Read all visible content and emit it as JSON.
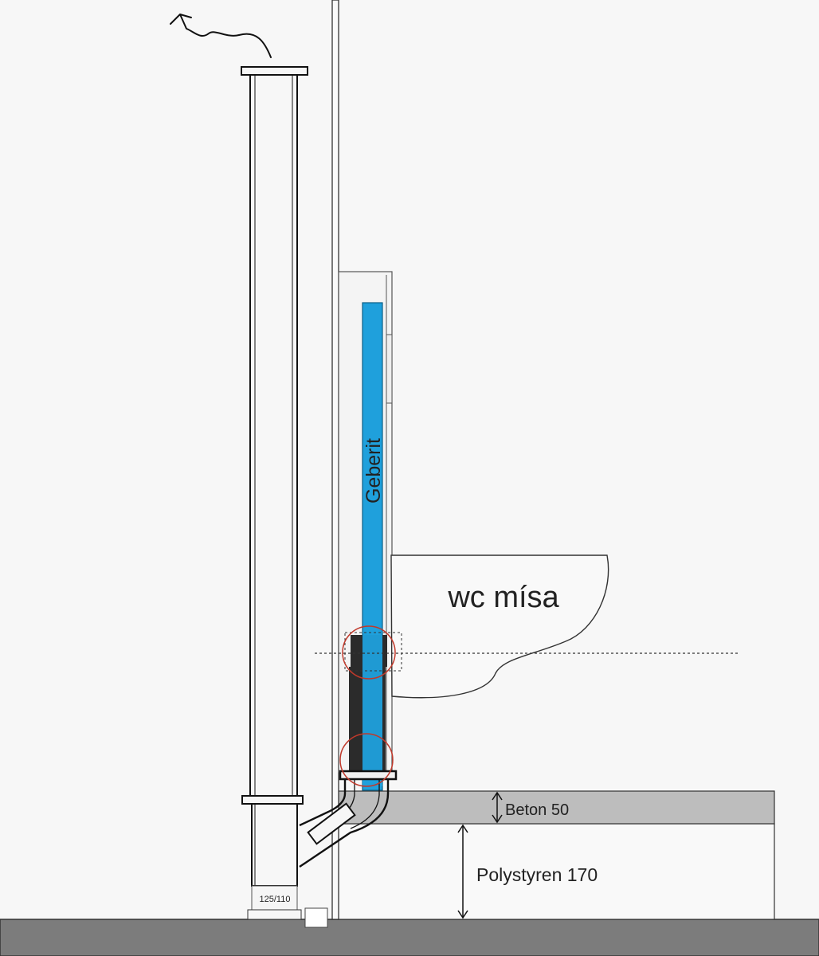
{
  "labels": {
    "wc_bowl": "wc mísa",
    "geberit": "Geberit",
    "concrete_layer": "Beton 50",
    "insulation_layer": "Polystyren 170",
    "pipe_size": "125/110"
  },
  "colors": {
    "background": "#f7f7f7",
    "pipe_blue": "#1fa0dc",
    "concrete_gray": "#bdbdbd",
    "floor_gray": "#7c7c7c",
    "seal_dark": "#2b2b2b",
    "marker_red": "#c0392b"
  }
}
